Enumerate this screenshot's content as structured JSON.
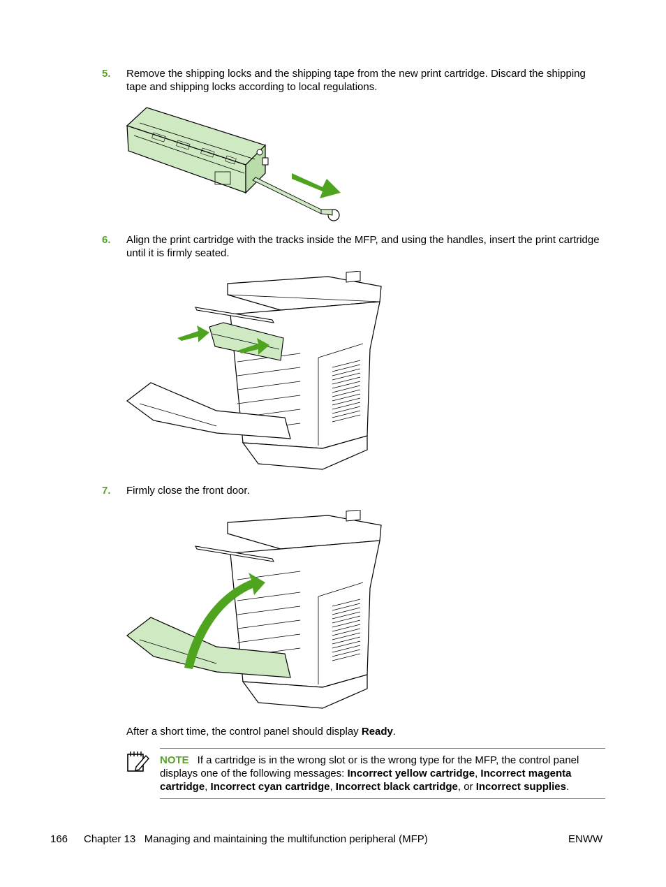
{
  "steps": [
    {
      "num": "5.",
      "text": "Remove the shipping locks and the shipping tape from the new print cartridge. Discard the shipping tape and shipping locks according to local regulations."
    },
    {
      "num": "6.",
      "text": "Align the print cartridge with the tracks inside the MFP, and using the handles, insert the print cartridge until it is firmly seated."
    },
    {
      "num": "7.",
      "text": "Firmly close the front door."
    }
  ],
  "after": {
    "prefix": "After a short time, the control panel should display ",
    "ready": "Ready",
    "suffix": "."
  },
  "note": {
    "label": "NOTE",
    "intro": "If a cartridge is in the wrong slot or is the wrong type for the MFP, the control panel displays one of the following messages: ",
    "m1": "Incorrect yellow cartridge",
    "sep1": ", ",
    "m2": "Incorrect magenta cartridge",
    "sep2": ", ",
    "m3": "Incorrect cyan cartridge",
    "sep3": ", ",
    "m4": "Incorrect black cartridge",
    "sep4": ", or ",
    "m5": "Incorrect supplies",
    "end": "."
  },
  "footer": {
    "page": "166",
    "chapter": "Chapter 13   Managing and maintaining the multifunction peripheral (MFP)",
    "code": "ENWW"
  },
  "colors": {
    "accent": "#5aa02c",
    "highlight": "#cfe9c3"
  },
  "icons": {
    "note": "note-pencil-icon"
  }
}
